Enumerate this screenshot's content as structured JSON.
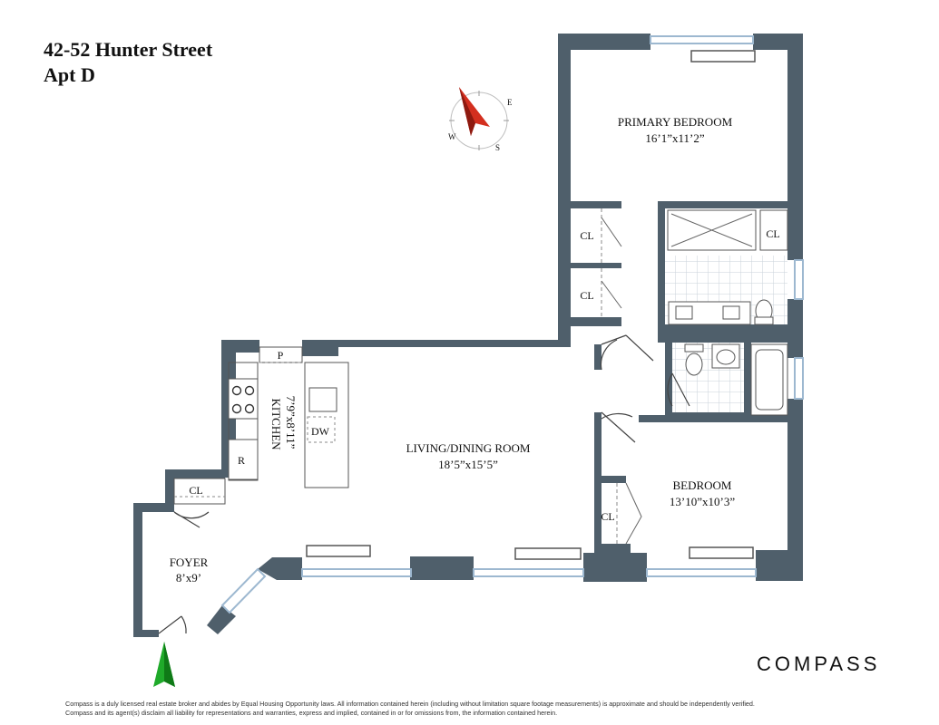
{
  "header": {
    "address": "42-52 Hunter Street",
    "unit": "Apt D"
  },
  "compass": {
    "east_label": "E",
    "south_label": "S",
    "west_label": "W",
    "needle_color": "#d32f1f"
  },
  "rooms": {
    "primary_bedroom": {
      "name": "PRIMARY BEDROOM",
      "dims": "16’1”x11’2”"
    },
    "living_dining": {
      "name": "LIVING/DINING ROOM",
      "dims": "18’5”x15’5”"
    },
    "bedroom": {
      "name": "BEDROOM",
      "dims": "13’10”x10’3”"
    },
    "foyer": {
      "name": "FOYER",
      "dims": "8’x9’"
    },
    "kitchen": {
      "name": "KITCHEN",
      "dims": "7’9”x8’11”"
    }
  },
  "labels": {
    "closet": "CL",
    "pantry": "P",
    "dishwasher": "DW",
    "refrigerator": "R"
  },
  "colors": {
    "wall": "#4f5f6b",
    "window": "#9db8d0",
    "tile": "#c9d2da",
    "entry_arrow": "#1faa2a"
  },
  "footer": {
    "brand": "COMPASS",
    "disclaimer_line1": "Compass is a duly licensed real estate broker and abides by Equal Housing Opportunity laws.  All information contained herein (including without limitation square footage measurements) is approximate and should be independently verified.",
    "disclaimer_line2": "Compass and its agent(s) disclaim all liability for representations and warranties, express and implied, contained in or for omissions from, the information contained herein."
  }
}
